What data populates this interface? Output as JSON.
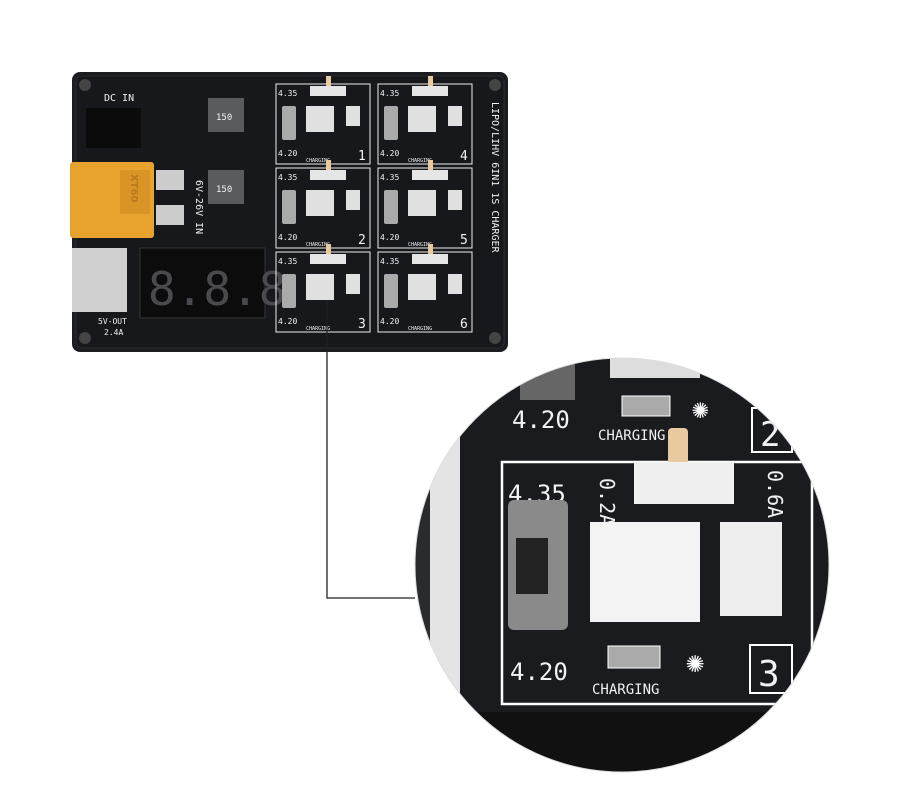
{
  "board": {
    "dc_in": "DC IN",
    "input_range": "6V-26V IN",
    "title": "LIPO/LIHV 6IN1 1S CHARGER",
    "usb_out": "5V-OUT",
    "usb_current": "2.4A",
    "display": "8.8.8",
    "inductor": "150",
    "connector": "XT60"
  },
  "channel": {
    "v_high": "4.35",
    "v_low": "4.20",
    "i_low": "0.2A",
    "i_high": "0.6A",
    "charging": "CHARGING",
    "numbers": [
      "1",
      "2",
      "3",
      "4",
      "5",
      "6"
    ]
  },
  "zoom": {
    "v_high": "4.35",
    "v_low": "4.20",
    "i_low": "0.2A",
    "i_high": "0.6A",
    "charging": "CHARGING",
    "number": "3",
    "number_above": "2"
  }
}
